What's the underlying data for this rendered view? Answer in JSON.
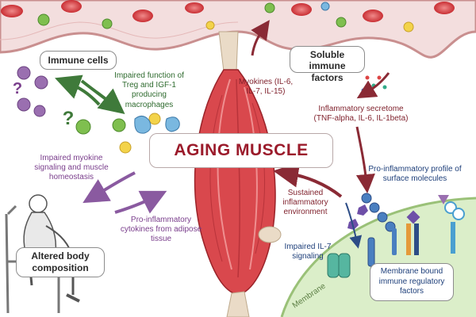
{
  "title": "AGING MUSCLE",
  "boxes": {
    "immune_cells": "Immune cells",
    "soluble_factors": "Soluble immune factors",
    "altered_body": "Altered body composition"
  },
  "labels": {
    "impaired_function": "Impaired function of Treg and IGF-1 producing macrophages",
    "myokines": "Myokines (IL-6, IL-7, IL-15)",
    "inflammatory_secretome": "Inflammatory secretome (TNF-alpha, IL-6, IL-1beta)",
    "impaired_myokine": "Impaired myokine signaling and muscle homeostasis",
    "pro_inflammatory_profile": "Pro-inflammatory profile of surface molecules",
    "sustained_inflammatory": "Sustained inflammatory environment",
    "pro_inflammatory_cytokines": "Pro-inflammatory cytokines from adipose tissue",
    "impaired_il7": "Impaired IL-7 signaling",
    "membrane_bound": "Membrane bound immune regulatory factors",
    "membrane": "Membrane",
    "question_mark": "?"
  },
  "colors": {
    "title": "#9b1b2b",
    "vessel": "#f3dede",
    "vessel_edge": "#c98f8f",
    "muscle": "#d9484d",
    "purple_text": "#7a3e8c",
    "maroon_text": "#7e1f2a",
    "membrane": "#dbeec9"
  }
}
